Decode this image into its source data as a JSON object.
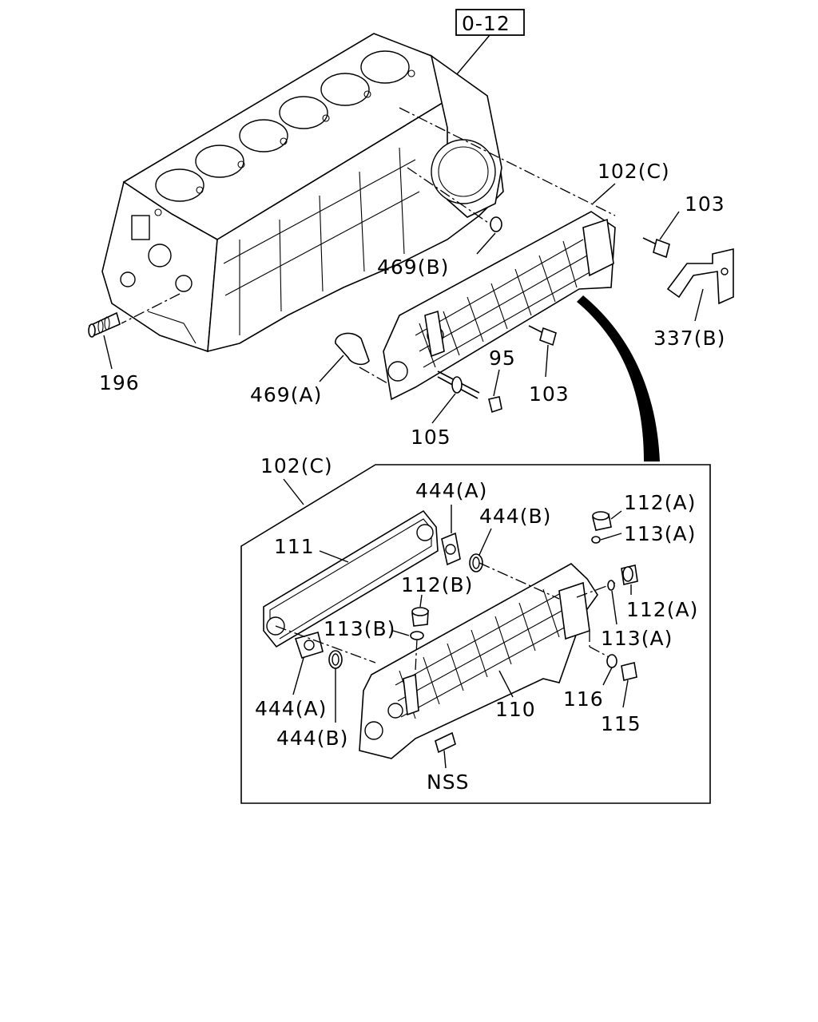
{
  "diagram_ref": "0-12",
  "labels": {
    "l_102c_top": "102(C)",
    "l_103_top": "103",
    "l_469b": "469(B)",
    "l_337b": "337(B)",
    "l_196": "196",
    "l_469a": "469(A)",
    "l_95": "95",
    "l_103_mid": "103",
    "l_105": "105",
    "l_102c_box": "102(C)",
    "l_444a_top": "444(A)",
    "l_444b_top": "444(B)",
    "l_112a_top": "112(A)",
    "l_113a_top": "113(A)",
    "l_111": "111",
    "l_112b": "112(B)",
    "l_112a_mid": "112(A)",
    "l_113b": "113(B)",
    "l_113a_mid": "113(A)",
    "l_444a_bot": "444(A)",
    "l_110": "110",
    "l_116": "116",
    "l_115": "115",
    "l_444b_bot": "444(B)",
    "l_nss": "NSS"
  }
}
